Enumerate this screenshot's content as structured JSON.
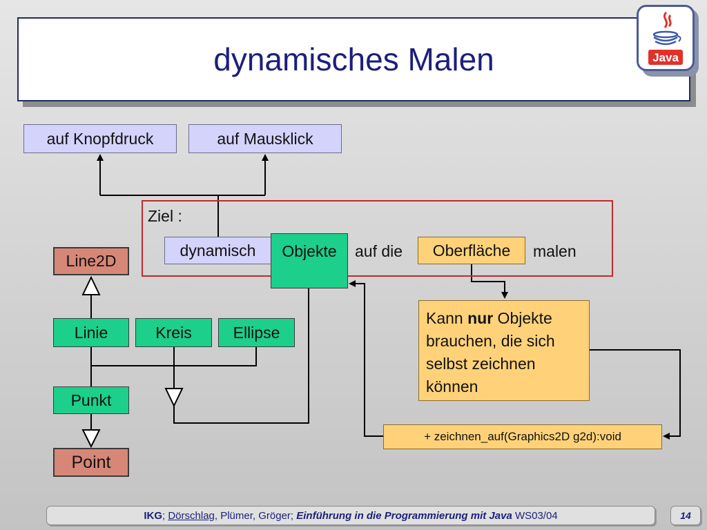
{
  "title": "dynamisches Malen",
  "logo": {
    "text": "Java",
    "icon": "java-coffee-cup-icon"
  },
  "triggers": {
    "knopfdruck": "auf Knopfdruck",
    "mausklick": "auf Mausklick"
  },
  "goal": {
    "label": "Ziel :",
    "dynamisch": "dynamisch",
    "objekte": "Objekte",
    "auf_die": "auf die",
    "oberflaeche": "Oberfläche",
    "malen": "malen"
  },
  "note": {
    "prefix": "Kann ",
    "bold": "nur",
    "rest": " Objekte brauchen, die sich selbst zeichnen können"
  },
  "method": "+ zeichnen_auf(Graphics2D g2d):void",
  "classes": {
    "line2d": "Line2D",
    "linie": "Linie",
    "kreis": "Kreis",
    "ellipse": "Ellipse",
    "punkt": "Punkt",
    "point": "Point"
  },
  "footer": {
    "ikg": "IKG",
    "sep1": "; ",
    "author1": "Dörschlag",
    "authors_rest": ", Plümer, Gröger; ",
    "course": "Einführung in die Programmierung mit Java",
    "term": " WS03/04"
  },
  "page_number": "14",
  "colors": {
    "title_text": "#1c1f7a",
    "blue_box": "#d3d3fb",
    "green_box": "#1ccf8a",
    "salmon_box": "#d78778",
    "orange_box": "#ffd27a",
    "goal_border": "#c0282d"
  }
}
